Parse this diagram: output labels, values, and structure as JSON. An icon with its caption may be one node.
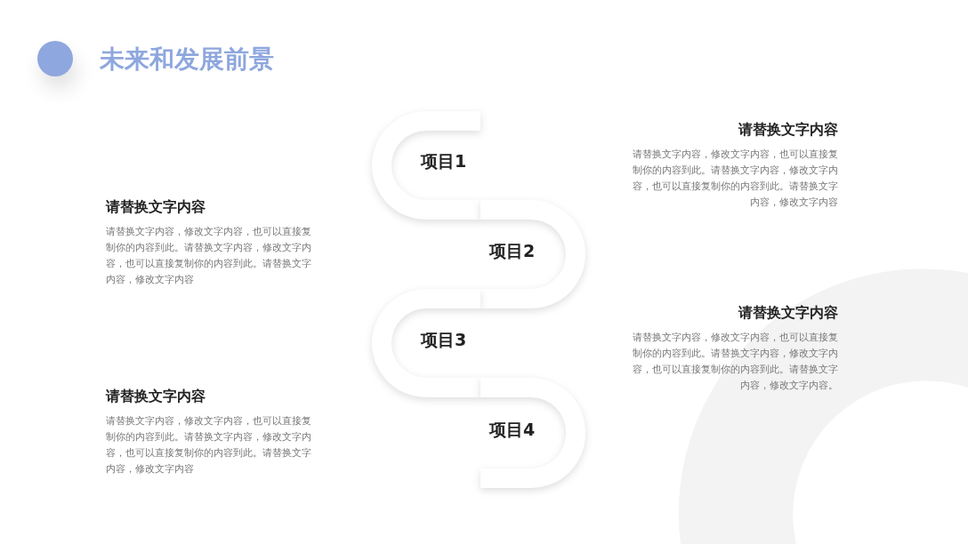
{
  "diagram": {
    "title": "未来和发展前景",
    "nodes": [
      {
        "text": [
          "项目1"
        ]
      },
      {
        "text": [
          "项目2"
        ]
      },
      {
        "text": [
          "项目3"
        ]
      },
      {
        "text": [
          "项目4"
        ]
      }
    ],
    "labels": [
      "请替换文字内容",
      "请替换文字内容，修改文字内容，也可以直接复制你的内容到此。请替换文字内容，修改文字内容，也可以直接复制你的内容到此。请替换文字内容，修改文字内容",
      "请替换文字内容",
      "请替换文字内容，修改文字内容，也可以直接复制你的内容到此。请替换文字内容，修改文字内容，也可以直接复制你的内容到此。请替换文字内容，修改文字内容",
      "请替换文字内容",
      "请替换文字内容，修改文字内容，也可以直接复制你的内容到此。请替换文字内容，修改文字内容，也可以直接复制你的内容到此。请替换文字内容，修改文字内容。",
      "请替换文字内容",
      "请替换文字内容，修改文字内容，也可以直接复制你的内容到此。请替换文字内容，修改文字内容，也可以直接复制你的内容到此。请替换文字内容，修改文字内容"
    ]
  }
}
